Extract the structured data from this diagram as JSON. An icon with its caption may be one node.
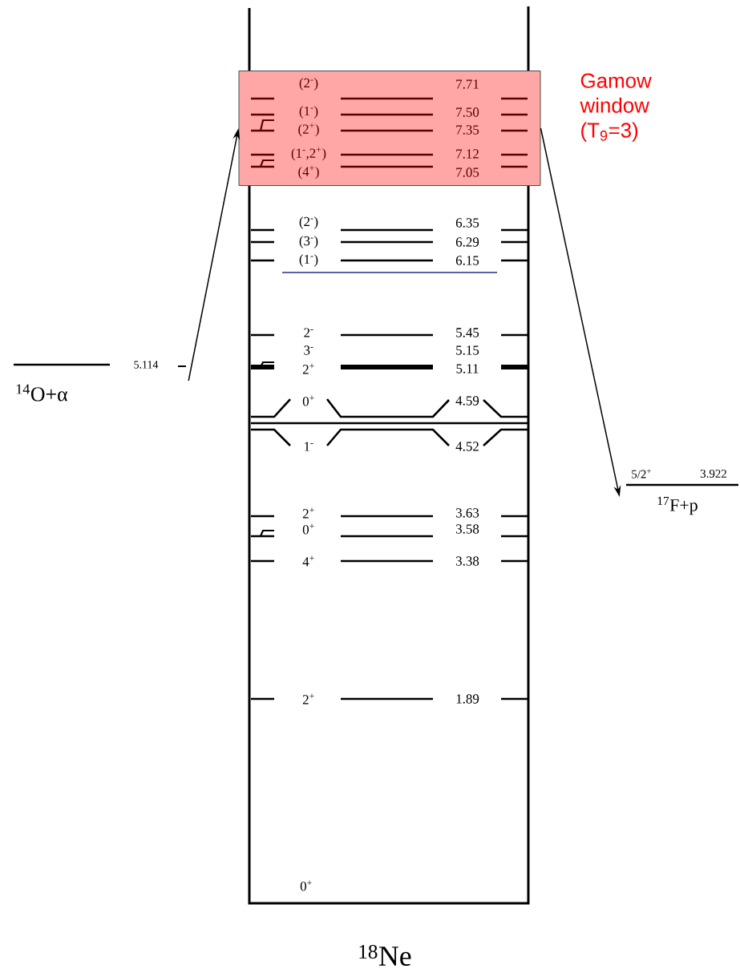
{
  "diagram": {
    "nodes": [
      {
        "text": [
          "Gamow window (T$_{9}$=3)"
        ]
      },
      {
        "text": [
          "5.114",
          "$^{14}$O+α"
        ]
      },
      {
        "text": [
          "5/2$^{+}$",
          "3.922",
          "$^{17}$F+p"
        ]
      }
    ],
    "edges": [
      {
        "from": 1,
        "to": 0,
        "arrow": "to"
      },
      {
        "from": 0,
        "to": 2,
        "arrow": "to"
      }
    ],
    "labels": [
      "(2$^{-}$)",
      "7.71",
      "(1$^{-}$)",
      "7.50",
      "(2$^{+}$)",
      "7.35",
      "(1$^{-}$,2$^{+}$)",
      "7.12",
      "(4$^{+}$)",
      "7.05",
      "(2$^{-}$)",
      "6.35",
      "(3$^{-}$)",
      "6.29",
      "(1$^{-}$)",
      "6.15",
      "2$^{-}$",
      "5.45",
      "3$^{-}$",
      "5.15",
      "2$^{+}$",
      "5.11",
      "0$^{+}$",
      "4.59",
      "1$^{-}$",
      "4.52",
      "2$^{+}$",
      "3.63",
      "0$^{+}$",
      "3.58",
      "4$^{+}$",
      "3.38",
      "2$^{+}$",
      "1.89",
      "0$^{+}$",
      "$^{18}$Ne"
    ]
  }
}
